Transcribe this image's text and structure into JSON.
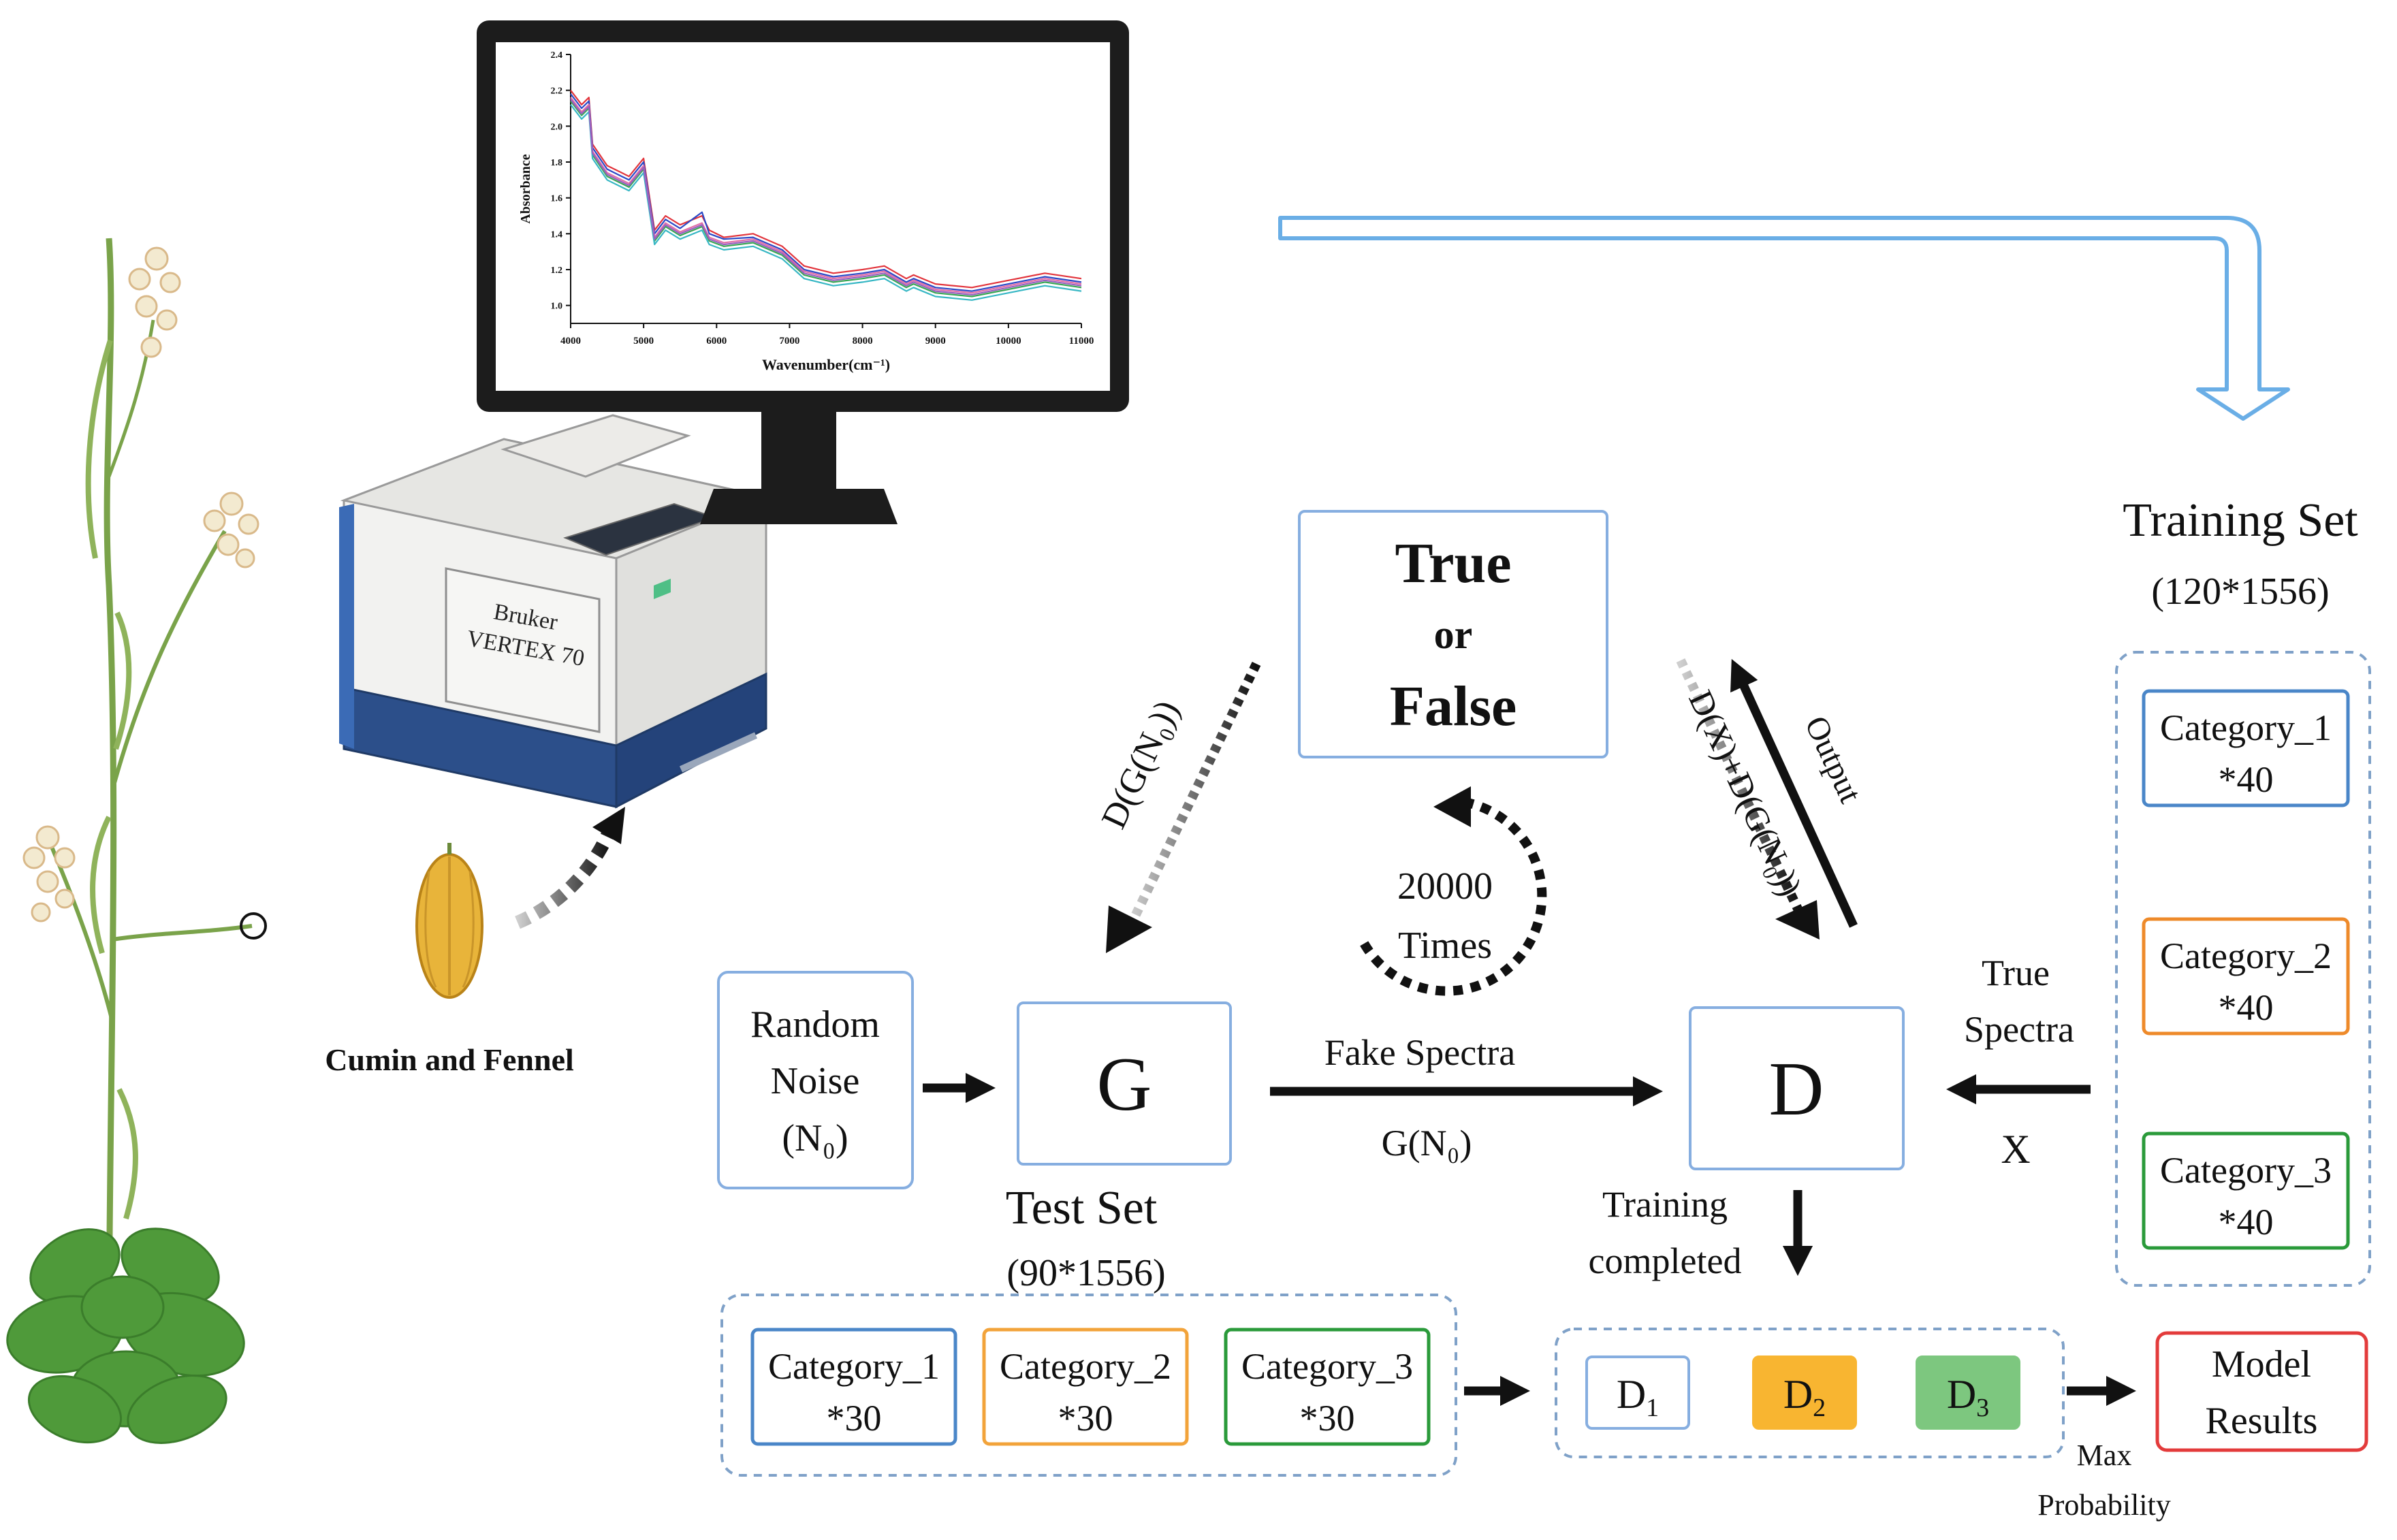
{
  "monitor": {
    "chart_data": {
      "type": "line",
      "xlabel": "Wavenumber(cm⁻¹)",
      "ylabel": "Absorbance",
      "xlim": [
        4000,
        11000
      ],
      "ylim": [
        0.9,
        2.4
      ],
      "x_ticks": [
        "4000",
        "5000",
        "6000",
        "7000",
        "8000",
        "9000",
        "10000",
        "11000"
      ],
      "y_ticks": [
        "1.0",
        "1.2",
        "1.4",
        "1.6",
        "1.8",
        "2.0",
        "2.2",
        "2.4"
      ],
      "x": [
        4000,
        4150,
        4250,
        4300,
        4500,
        4700,
        4800,
        5000,
        5150,
        5300,
        5500,
        5800,
        5900,
        6100,
        6500,
        6900,
        7200,
        7600,
        8000,
        8300,
        8600,
        8700,
        9000,
        9500,
        10000,
        10500,
        11000
      ],
      "series": [
        {
          "color": "#e2343c",
          "values": [
            2.2,
            2.12,
            2.16,
            1.9,
            1.78,
            1.74,
            1.72,
            1.82,
            1.42,
            1.5,
            1.45,
            1.5,
            1.42,
            1.38,
            1.4,
            1.33,
            1.22,
            1.18,
            1.2,
            1.22,
            1.15,
            1.17,
            1.12,
            1.1,
            1.14,
            1.18,
            1.15
          ]
        },
        {
          "color": "#2a48c6",
          "values": [
            2.18,
            2.1,
            2.14,
            1.88,
            1.76,
            1.72,
            1.7,
            1.8,
            1.4,
            1.48,
            1.43,
            1.52,
            1.4,
            1.37,
            1.38,
            1.31,
            1.2,
            1.16,
            1.18,
            1.2,
            1.13,
            1.15,
            1.1,
            1.08,
            1.12,
            1.16,
            1.13
          ]
        },
        {
          "color": "#e26fa7",
          "values": [
            2.16,
            2.08,
            2.12,
            1.86,
            1.74,
            1.7,
            1.68,
            1.78,
            1.38,
            1.46,
            1.41,
            1.46,
            1.38,
            1.35,
            1.37,
            1.3,
            1.19,
            1.15,
            1.17,
            1.19,
            1.12,
            1.14,
            1.09,
            1.07,
            1.11,
            1.15,
            1.12
          ]
        },
        {
          "color": "#3aa655",
          "values": [
            2.14,
            2.06,
            2.1,
            1.84,
            1.72,
            1.68,
            1.66,
            1.76,
            1.36,
            1.44,
            1.39,
            1.44,
            1.36,
            1.33,
            1.35,
            1.28,
            1.17,
            1.13,
            1.15,
            1.17,
            1.1,
            1.12,
            1.07,
            1.05,
            1.09,
            1.13,
            1.1
          ]
        },
        {
          "color": "#37b7c4",
          "values": [
            2.12,
            2.04,
            2.08,
            1.82,
            1.7,
            1.66,
            1.64,
            1.74,
            1.34,
            1.42,
            1.37,
            1.42,
            1.34,
            1.31,
            1.33,
            1.26,
            1.15,
            1.11,
            1.13,
            1.15,
            1.08,
            1.1,
            1.05,
            1.03,
            1.07,
            1.11,
            1.08
          ]
        },
        {
          "color": "#9a5fc0",
          "values": [
            2.15,
            2.07,
            2.11,
            1.85,
            1.73,
            1.69,
            1.67,
            1.77,
            1.37,
            1.45,
            1.4,
            1.45,
            1.37,
            1.34,
            1.36,
            1.29,
            1.18,
            1.14,
            1.16,
            1.18,
            1.11,
            1.13,
            1.08,
            1.06,
            1.1,
            1.14,
            1.11
          ]
        }
      ]
    }
  },
  "instrument": {
    "brand": "Bruker",
    "model": "VERTEX 70"
  },
  "sample_label": "Cumin and Fennel",
  "true_false": {
    "line1": "True",
    "line2": "or",
    "line3": "False"
  },
  "loop_label": {
    "line1": "20000",
    "line2": "Times"
  },
  "edge_labels": {
    "d_g_n0": "D(G(N₀))",
    "d_x_plus": "D(X)+D(G(N₀))",
    "output": "Output",
    "fake_spectra": "Fake Spectra",
    "g_n0": "G(N₀)",
    "true_spectra_1": "True",
    "true_spectra_2": "Spectra",
    "x": "X",
    "training_completed_1": "Training",
    "training_completed_2": "completed",
    "max_prob_1": "Max",
    "max_prob_2": "Probability"
  },
  "random_noise": {
    "line1": "Random",
    "line2": "Noise",
    "line3": "(N₀)"
  },
  "generator_label": "G",
  "discriminator_label": "D",
  "training_set": {
    "title": "Training Set",
    "size": "(120*1556)",
    "categories": [
      {
        "name": "Category_1",
        "count": "*40",
        "color": "#4a86c8"
      },
      {
        "name": "Category_2",
        "count": "*40",
        "color": "#ee8a2a"
      },
      {
        "name": "Category_3",
        "count": "*40",
        "color": "#2a9a3a"
      }
    ]
  },
  "test_set": {
    "title": "Test Set",
    "size": "(90*1556)",
    "categories": [
      {
        "name": "Category_1",
        "count": "*30",
        "color": "#4a86c8"
      },
      {
        "name": "Category_2",
        "count": "*30",
        "color": "#f2a33a"
      },
      {
        "name": "Category_3",
        "count": "*30",
        "color": "#2a9a3a"
      }
    ]
  },
  "discriminators": [
    {
      "label": "D",
      "sub": "1",
      "fill": "#ffffff"
    },
    {
      "label": "D",
      "sub": "2",
      "fill": "#f8b531"
    },
    {
      "label": "D",
      "sub": "3",
      "fill": "#7dc77f"
    }
  ],
  "model_results": {
    "line1": "Model",
    "line2": "Results",
    "border": "#e33b3b"
  }
}
